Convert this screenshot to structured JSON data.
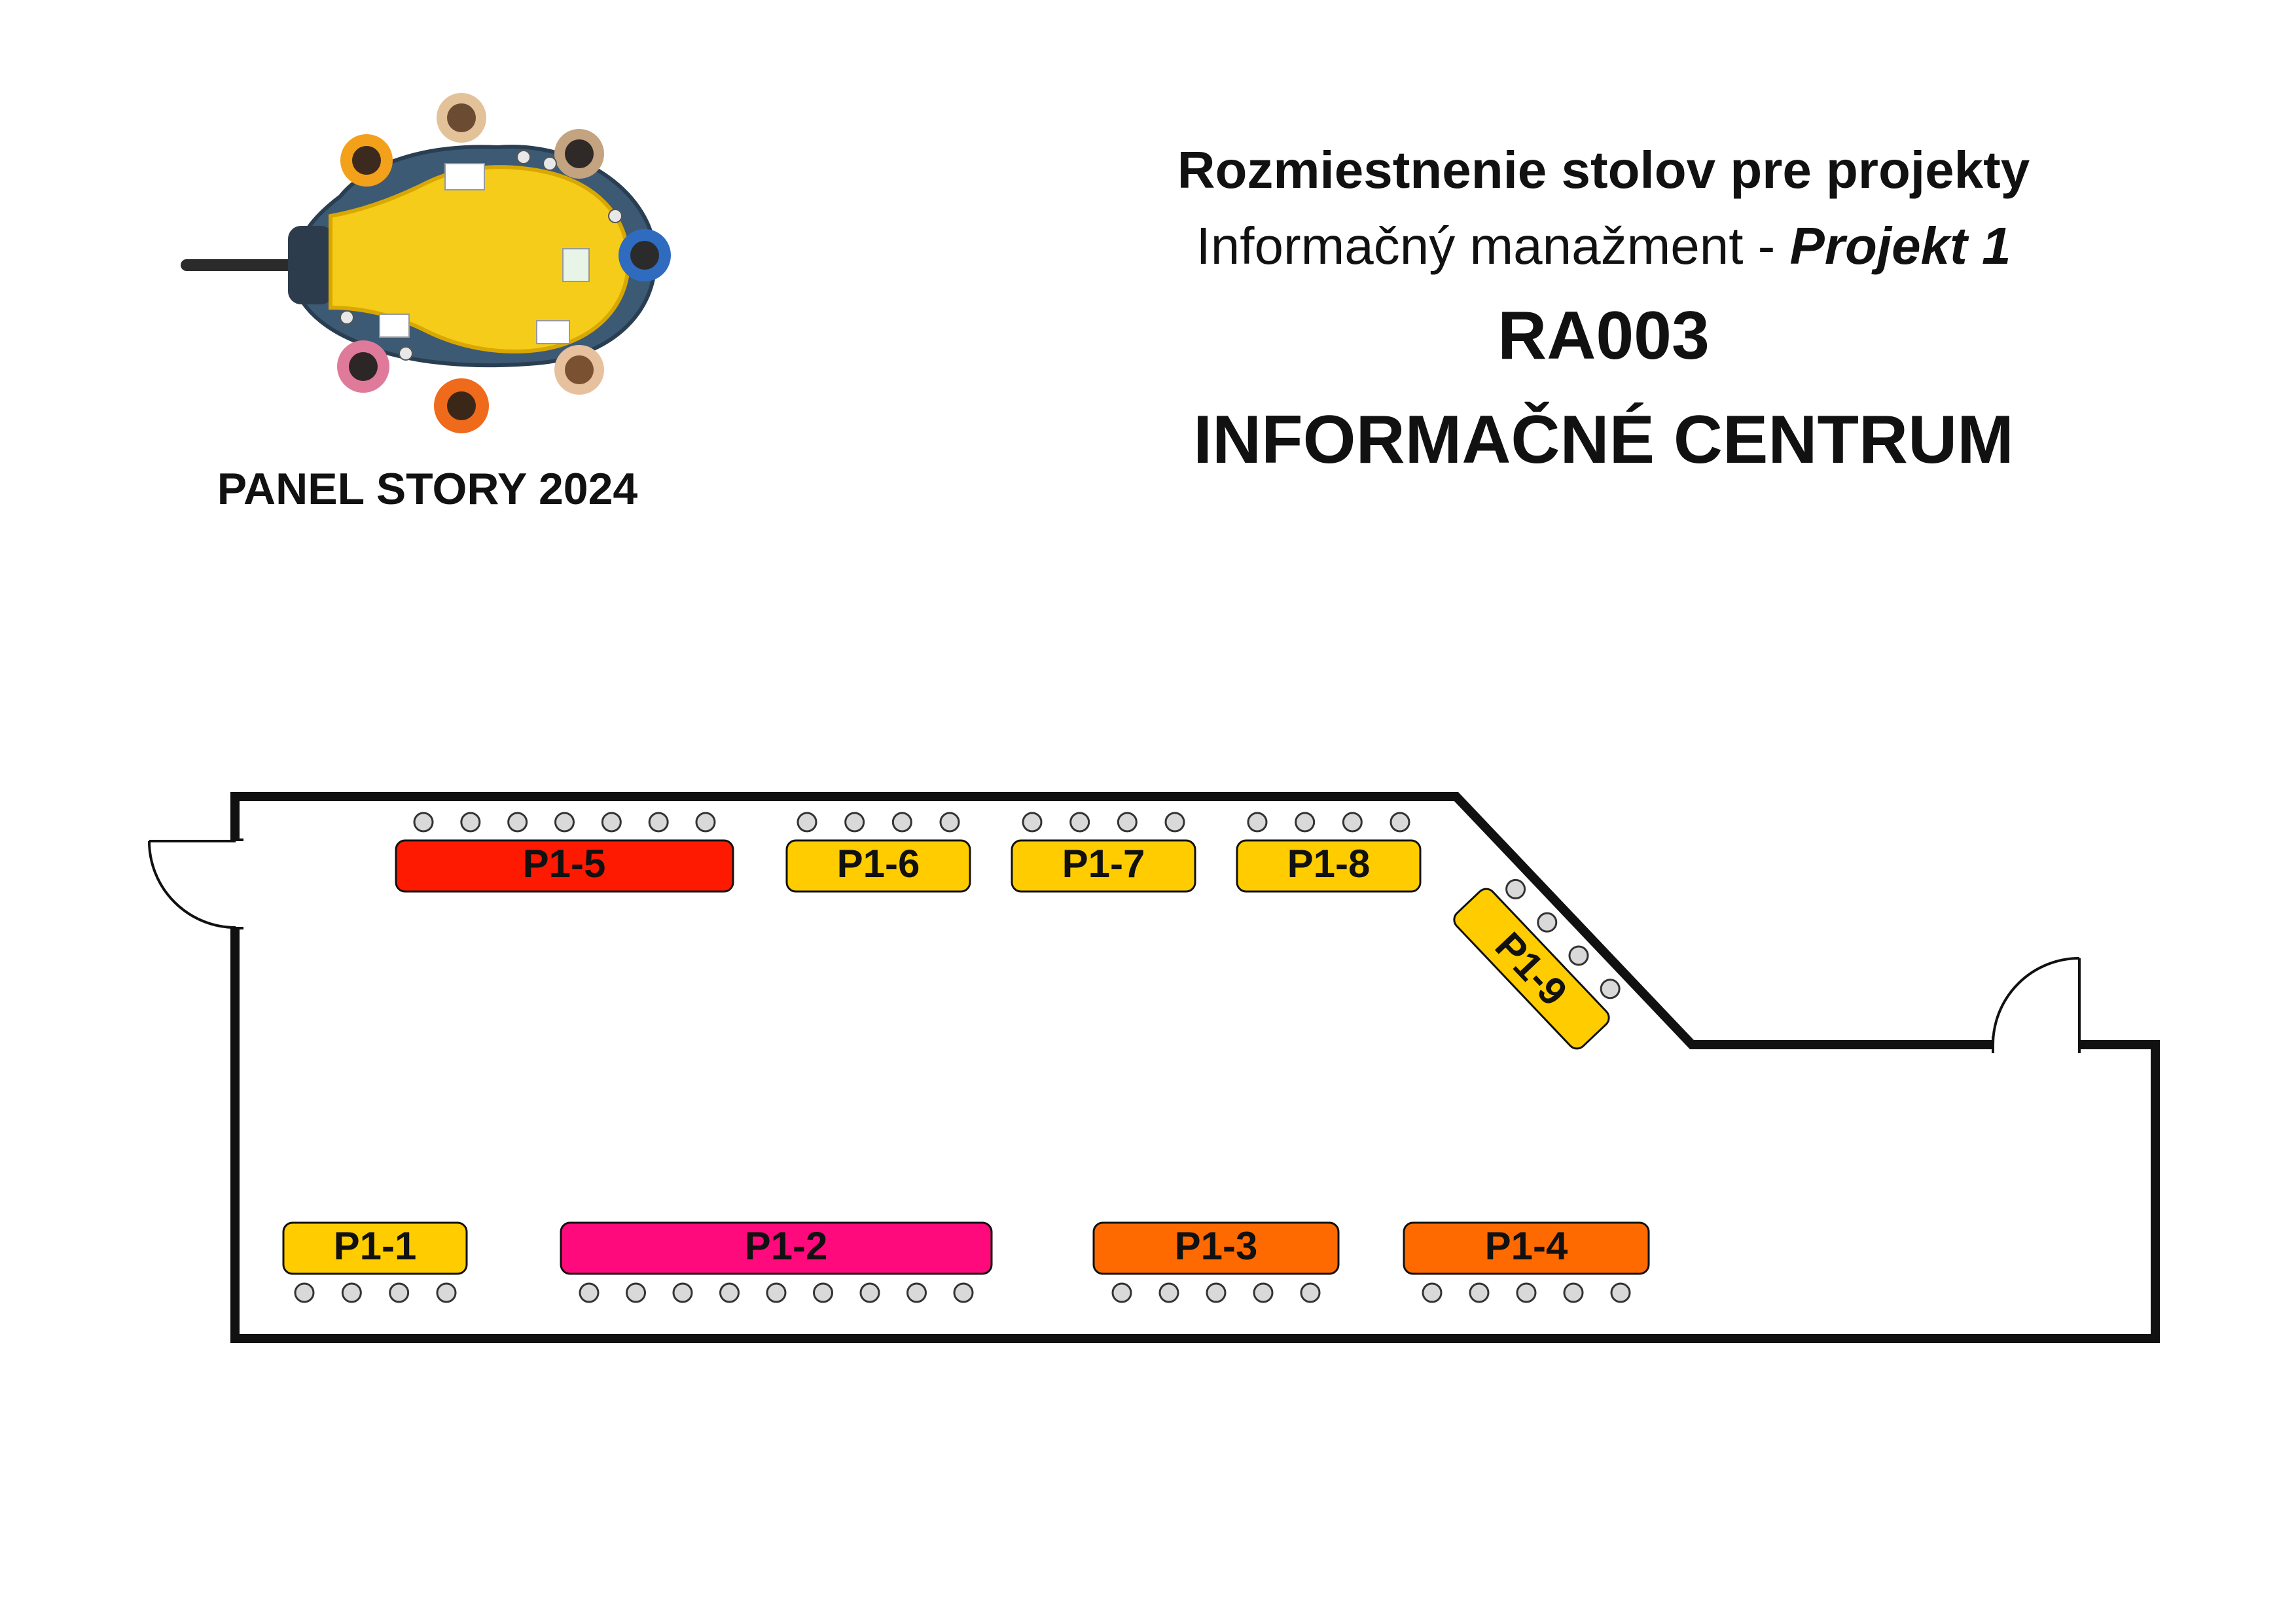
{
  "logo": {
    "caption": "PANEL STORY 2024"
  },
  "header": {
    "line1": "Rozmiestnenie stolov pre projekty",
    "line2_prefix": "Informačný manažment - ",
    "line2_project": "Projekt 1",
    "room_code": "RA003",
    "room_name": "INFORMAČNÉ CENTRUM"
  },
  "colors": {
    "red": "#fe1a00",
    "magenta": "#ff0a7c",
    "orange": "#ff6a00",
    "yellow": "#ffcc00",
    "wall": "#111111",
    "seat": "#d9d9d9"
  },
  "tables": [
    {
      "id": "P1-1",
      "label": "P1-1",
      "color": "yellow",
      "seats": 4
    },
    {
      "id": "P1-2",
      "label": "P1-2",
      "color": "magenta",
      "seats": 9
    },
    {
      "id": "P1-3",
      "label": "P1-3",
      "color": "orange",
      "seats": 5
    },
    {
      "id": "P1-4",
      "label": "P1-4",
      "color": "orange",
      "seats": 5
    },
    {
      "id": "P1-5",
      "label": "P1-5",
      "color": "red",
      "seats": 7
    },
    {
      "id": "P1-6",
      "label": "P1-6",
      "color": "yellow",
      "seats": 4
    },
    {
      "id": "P1-7",
      "label": "P1-7",
      "color": "yellow",
      "seats": 4
    },
    {
      "id": "P1-8",
      "label": "P1-8",
      "color": "yellow",
      "seats": 4
    },
    {
      "id": "P1-9",
      "label": "P1-9",
      "color": "yellow",
      "seats": 4
    }
  ]
}
